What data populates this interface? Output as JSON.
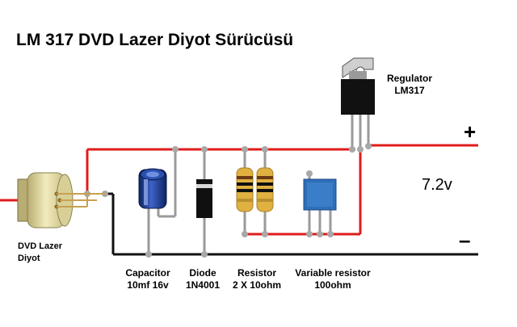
{
  "title": "LM 317 DVD Lazer Diyot Sürücüsü",
  "voltage": "7.2v",
  "plus_sign": "+",
  "minus_sign": "–",
  "components": {
    "regulator": {
      "line1": "Regulator",
      "line2": "LM317"
    },
    "laser": {
      "line1": "DVD Lazer",
      "line2": "Diyot"
    },
    "capacitor": {
      "line1": "Capacitor",
      "line2": "10mf 16v"
    },
    "diode": {
      "line1": "Diode",
      "line2": "1N4001"
    },
    "resistor": {
      "line1": "Resistor",
      "line2": "2 X 10ohm"
    },
    "variable_resistor": {
      "line1": "Variable resistor",
      "line2": "100ohm"
    }
  },
  "colors": {
    "positive_wire": "#e01b1b",
    "ground_wire": "#111111",
    "capacitor_body": "#1c3f9c",
    "trimmer_body": "#2f6fb8",
    "resistor_body": "#e0b040",
    "laser_cap": "#e6dca0",
    "lead": "#9a9a9a"
  }
}
